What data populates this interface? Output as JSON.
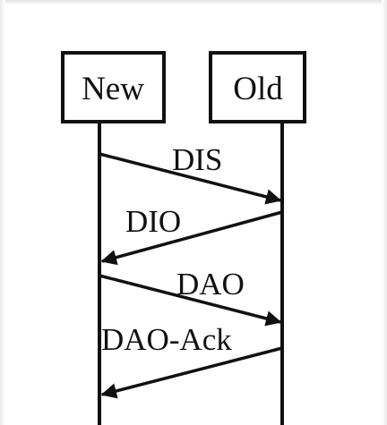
{
  "participants": [
    {
      "id": "new",
      "label": "New"
    },
    {
      "id": "old",
      "label": "Old"
    }
  ],
  "messages": [
    {
      "id": "dis",
      "label": "DIS",
      "from": "new",
      "to": "old"
    },
    {
      "id": "dio",
      "label": "DIO",
      "from": "old",
      "to": "new"
    },
    {
      "id": "dao",
      "label": "DAO",
      "from": "new",
      "to": "old"
    },
    {
      "id": "dao-ack",
      "label": "DAO-Ack",
      "from": "old",
      "to": "new"
    }
  ]
}
